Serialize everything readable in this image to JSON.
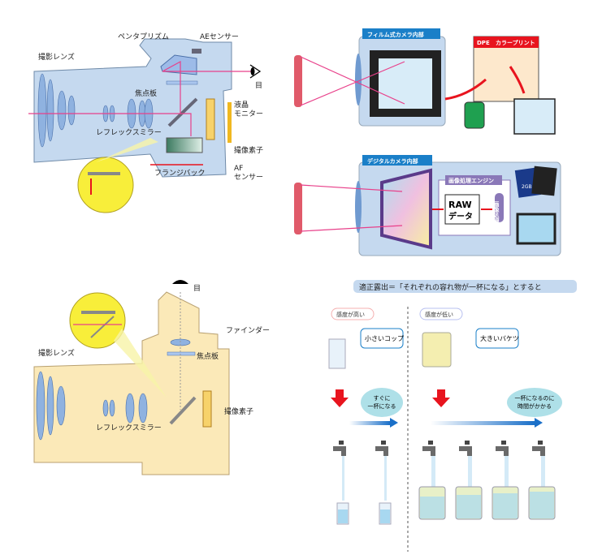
{
  "slr_diagram": {
    "labels": {
      "lens": "撮影レンズ",
      "pentaprism": "ペンタプリズム",
      "ae_sensor": "AEセンサー",
      "eye": "目",
      "focusing_screen": "焦点板",
      "lcd_line1": "液晶",
      "lcd_line2": "モニター",
      "reflex_mirror": "レフレックスミラー",
      "image_sensor": "撮像素子",
      "flange_back": "フランジバック",
      "af_line1": "AF",
      "af_line2": "センサー"
    }
  },
  "film_camera": {
    "title": "フィルム式カメラ内部",
    "dpe_logo": "DPE",
    "dpe_sign": "カラープリント"
  },
  "digital_camera": {
    "title": "デジタルカメラ内部",
    "engine_title": "画像処理エンジン",
    "raw_line1": "RAW",
    "raw_line2": "データ",
    "processing": "画像処理",
    "card_capacity": "2GB"
  },
  "mirrorless_diagram": {
    "labels": {
      "eye": "目",
      "finder": "ファインダー",
      "lens": "撮影レンズ",
      "focusing_screen": "焦点板",
      "image_sensor": "撮像素子",
      "reflex_mirror": "レフレックスミラー"
    }
  },
  "exposure_analogy": {
    "title": "適正露出＝「それぞれの容れ物が一杯になる」とすると",
    "high": {
      "badge": "感度が高い",
      "bubble": "小さいコップ",
      "result_line1": "すぐに",
      "result_line2": "一杯になる",
      "faucets": 2
    },
    "low": {
      "badge": "感度が低い",
      "bubble": "大きいバケツ",
      "result_line1": "一杯になるのに",
      "result_line2": "時間がかかる",
      "faucets": 4
    }
  },
  "colors": {
    "body_blue": "#c5d9ef",
    "body_yellow": "#fbe9b8",
    "ray": "#e8408a",
    "arrow_red": "#e8141e",
    "label_blue": "#1a7fc8",
    "engine_purple": "#8a78b8"
  }
}
